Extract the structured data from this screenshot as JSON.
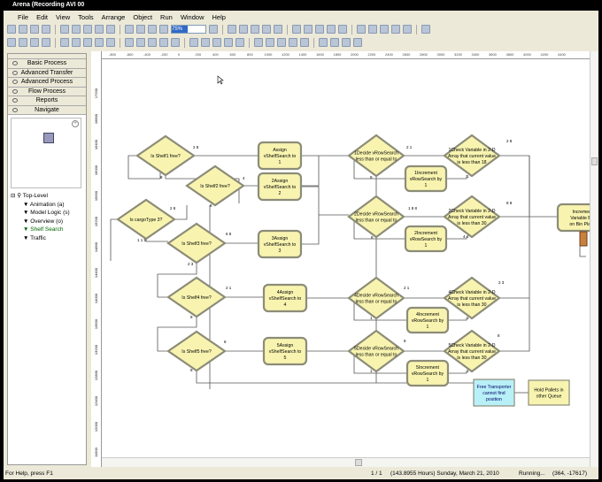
{
  "window": {
    "title": "Arena (Recording AVI 00"
  },
  "menu": [
    "File",
    "Edit",
    "View",
    "Tools",
    "Arrange",
    "Object",
    "Run",
    "Window",
    "Help"
  ],
  "toolbar": {
    "zoom_value": "75%"
  },
  "panel": {
    "items": [
      "Basic Process",
      "Advanced Transfer",
      "Advanced Process",
      "Flow Process",
      "Reports",
      "Navigate"
    ],
    "tree": {
      "root": "Top-Level",
      "children": [
        "Animation (a)",
        "Model Logic (s)",
        "Overview (o)",
        "Shelf Search",
        "Traffic"
      ]
    }
  },
  "ruler": {
    "h": [
      "-800",
      "-600",
      "-400",
      "-200",
      "0",
      "200",
      "400",
      "600",
      "800",
      "1000",
      "1200",
      "1400",
      "1600",
      "1800",
      "2000",
      "2200",
      "2400",
      "2600",
      "2800",
      "3000",
      "3200",
      "3400",
      "3600",
      "3800",
      "4000",
      "4200",
      "4400"
    ],
    "v": [
      "17200",
      "16800",
      "16400",
      "16000",
      "15600",
      "15200",
      "14800",
      "14400",
      "14000",
      "13600",
      "13200",
      "12800",
      "12400",
      "12000",
      "11600"
    ]
  },
  "diagram": {
    "shelf_decides": [
      [
        "Is Shelf1 free?"
      ],
      [
        "Is Shelf2 free?"
      ],
      [
        "Is cargoType 3?"
      ],
      [
        "Is Shelf3 free?"
      ],
      [
        "Is Shelf4 free?"
      ],
      [
        "Is Shelf5 free?"
      ]
    ],
    "assigns": [
      [
        "Assign",
        "vShelfSearch to",
        "1"
      ],
      [
        "2Assign",
        "vShelfSearch to",
        "2"
      ],
      [
        "3Assign",
        "vShelfSearch to",
        "3"
      ],
      [
        "4Assign",
        "vShelfSearch to",
        "4"
      ],
      [
        "5Assign",
        "vShelfSearch to",
        "5"
      ]
    ],
    "row_decides": [
      [
        "1Decide vRowSearch",
        "less than or equal to"
      ],
      [
        "2Decide vRowSearch",
        "less than or equal to"
      ],
      [
        "4Decide vRowSearch",
        "less than or equal to"
      ],
      [
        "5Decide vRowSearch",
        "less than or equal to"
      ]
    ],
    "increments": [
      [
        "1Increment",
        "vRowSearch by",
        "1"
      ],
      [
        "2Increment",
        "vRowSearch by",
        "1"
      ],
      [
        "4Increment",
        "vRowSearch by",
        "1"
      ],
      [
        "5Increment",
        "vRowSearch by",
        "1"
      ]
    ],
    "checks": [
      [
        "1Check Variable in 2-D",
        "Array that current value",
        "is less than 18"
      ],
      [
        "2Check Variable in 2-D",
        "Array that current value",
        "is less than 30"
      ],
      [
        "4Check Variable in 2-D",
        "Array that current value",
        "is less than 30"
      ],
      [
        "5Check Variable in 2-D",
        "Array that current value",
        "is less than 30"
      ]
    ],
    "increment_variable": [
      "Increment",
      "Variable Bin",
      "on Bin Place"
    ],
    "free_transporter": [
      "Free Transporter",
      "cannot find",
      "position"
    ],
    "hold_pallets": [
      "Hold Pallets in",
      "other Queue"
    ],
    "counters": [
      "2 8",
      "8",
      "4",
      "8",
      "2 8",
      "1 1 5",
      "6 8",
      "2 3",
      "2 1",
      "8",
      "8",
      "8",
      "2 1",
      "8",
      "2 8",
      "1",
      "1 8 8",
      "8",
      "8 8",
      "4 4",
      "2 1",
      "1",
      "2 3",
      "1",
      "8",
      "1",
      "8",
      "1"
    ]
  },
  "status": {
    "help": "For Help, press F1",
    "page": "1 / 1",
    "time": "(143.8955 Hours) Sunday, March 21, 2010",
    "state": "Running...",
    "coords": "(364, -17617)"
  },
  "colors": {
    "node": "#f8f4b0",
    "node_border": "#8c8c78",
    "cyan": "#b8f0f8"
  }
}
